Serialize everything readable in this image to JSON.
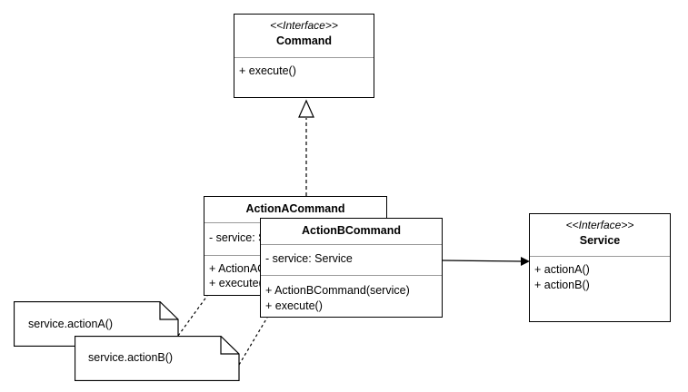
{
  "command": {
    "stereotype": "<<Interface>>",
    "name": "Command",
    "methods": [
      "+ execute()"
    ]
  },
  "action_a": {
    "name": "ActionACommand",
    "fields": [
      "- service: Service"
    ],
    "methods": [
      "+ ActionACommand(service)",
      "+ execute()"
    ]
  },
  "action_b": {
    "name": "ActionBCommand",
    "fields": [
      "- service: Service"
    ],
    "methods": [
      "+ ActionBCommand(service)",
      "+ execute()"
    ]
  },
  "service": {
    "stereotype": "<<Interface>>",
    "name": "Service",
    "methods": [
      "+ actionA()",
      "+ actionB()"
    ]
  },
  "notes": [
    {
      "text": "service.actionA()"
    },
    {
      "text": "service.actionB()"
    }
  ]
}
